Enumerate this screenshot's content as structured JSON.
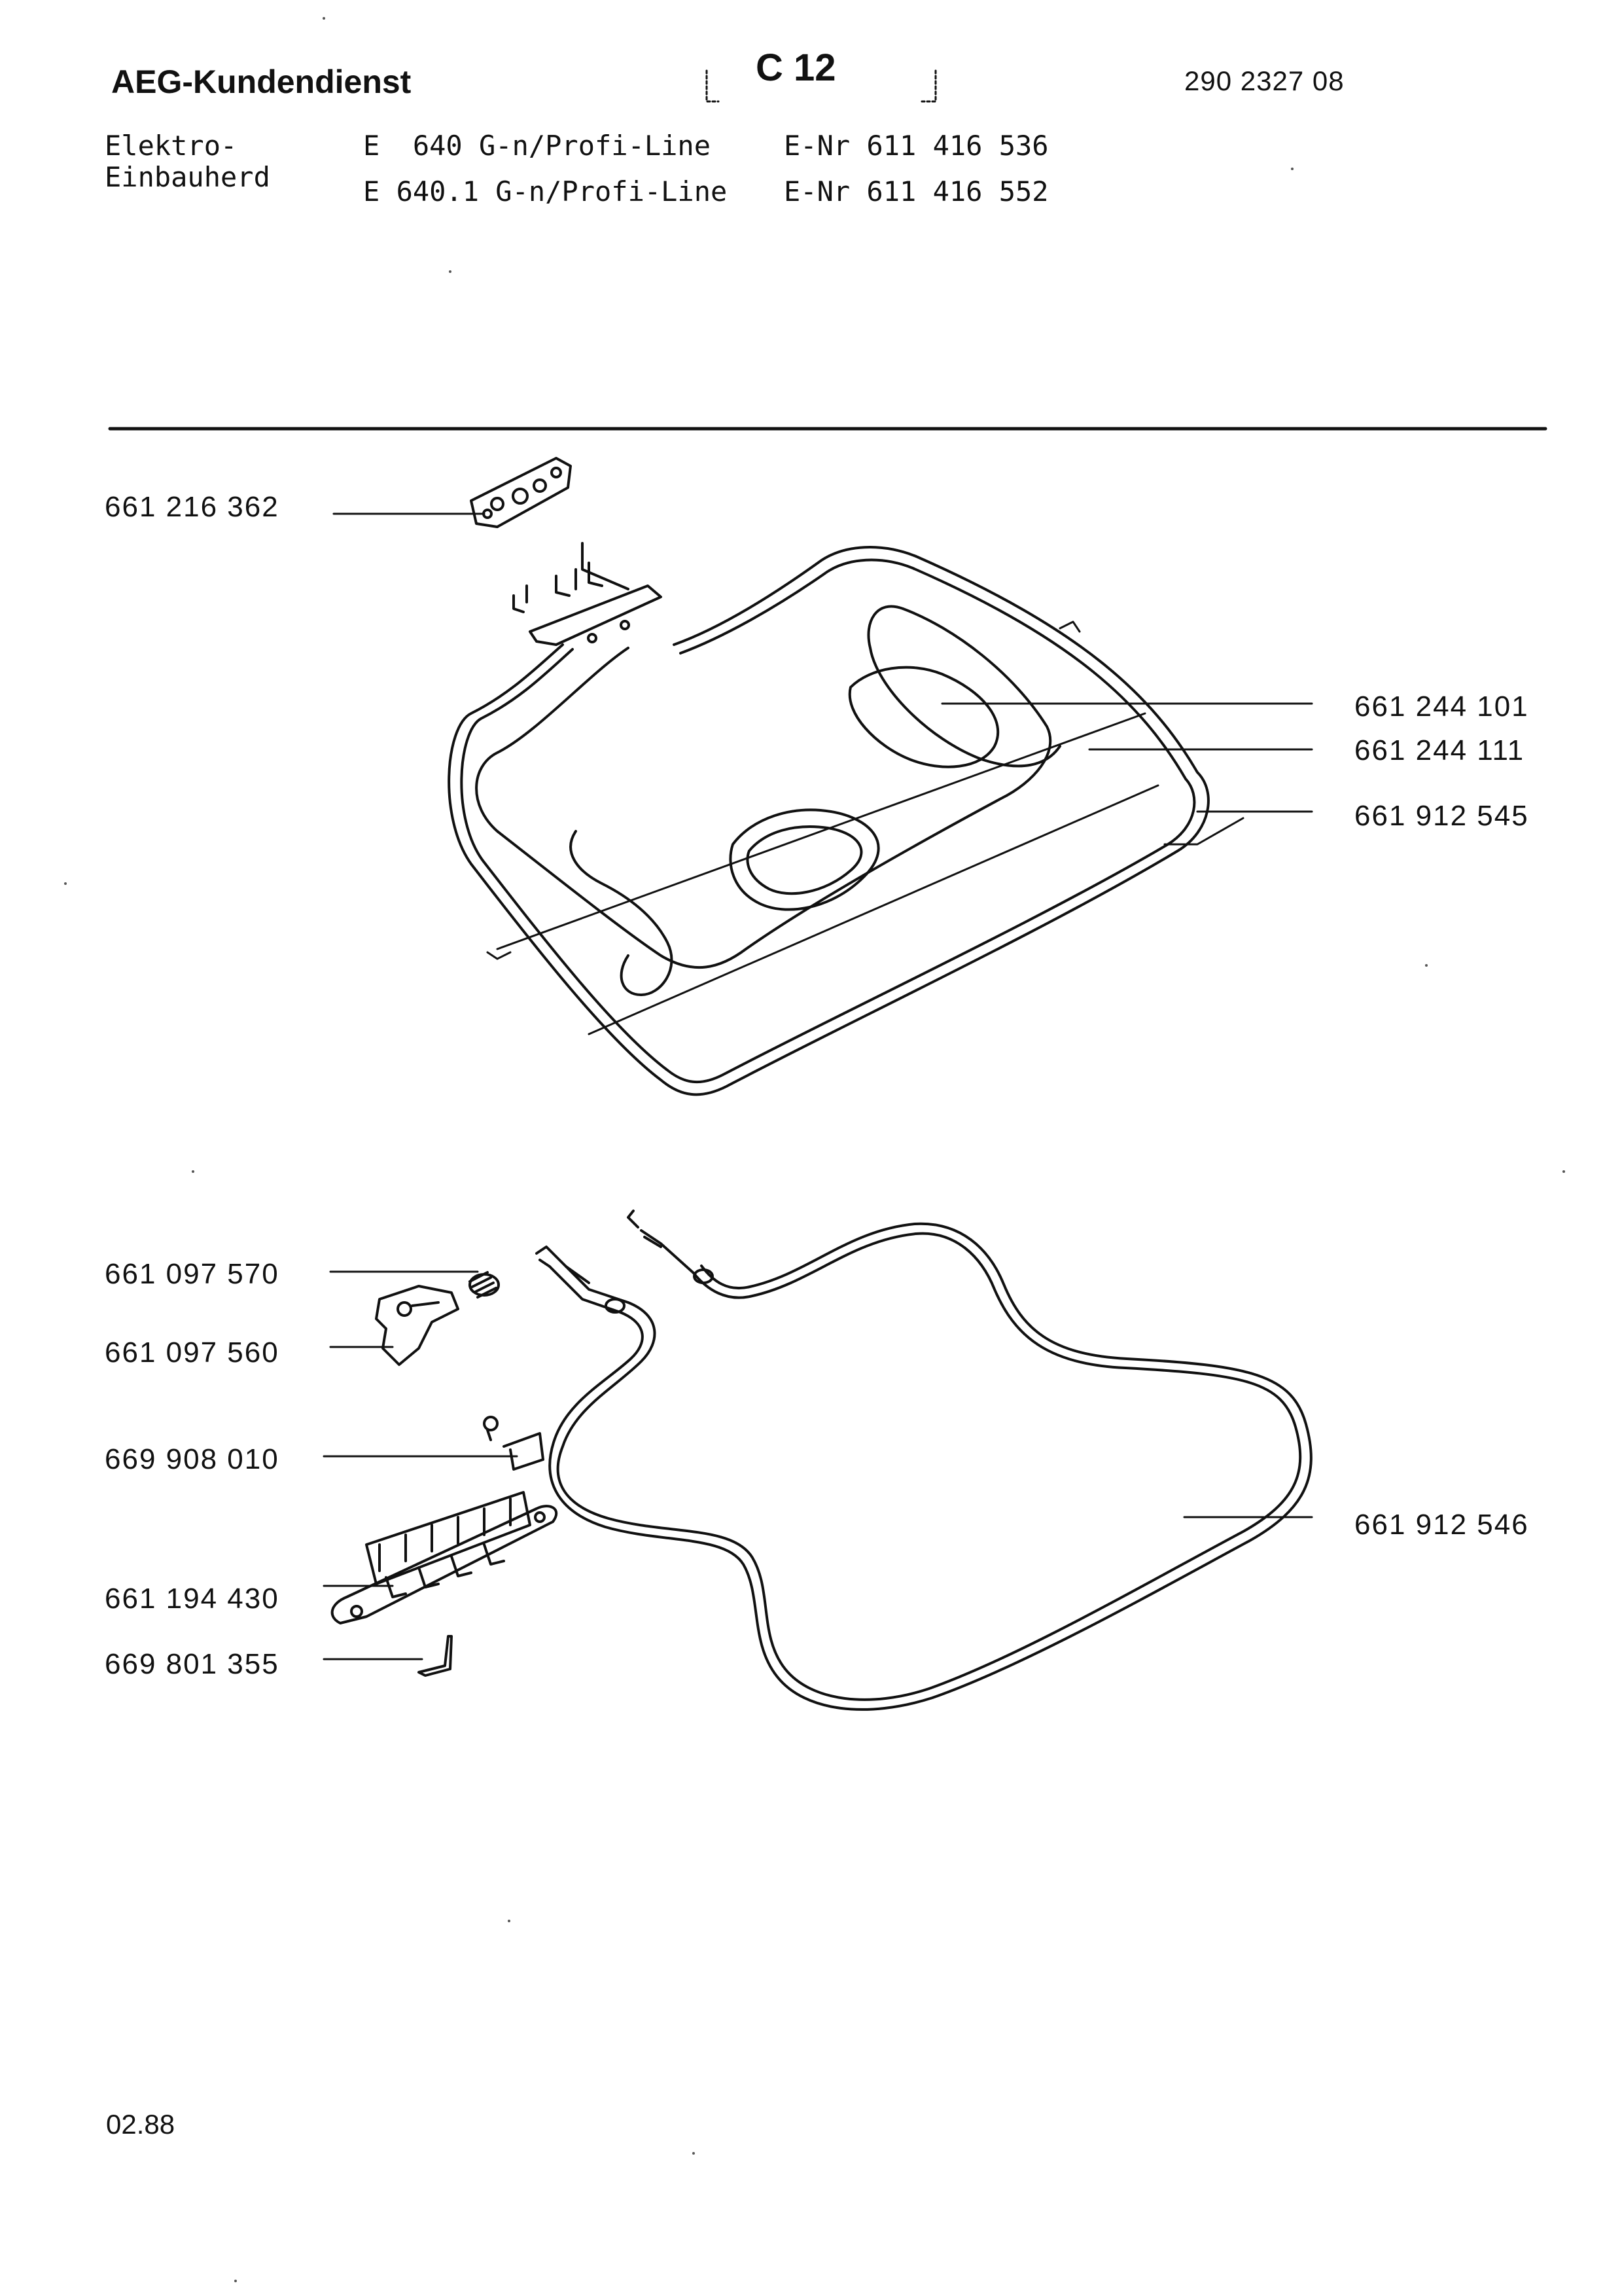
{
  "header": {
    "brand": "AEG-Kundendienst",
    "section": "C 12",
    "document_number": "290 2327 08"
  },
  "appliance": {
    "type_line1": "Elektro-",
    "type_line2": "Einbauherd",
    "models": [
      {
        "model": "E  640 G-n/Profi-Line",
        "enr": "E-Nr 611 416 536"
      },
      {
        "model": "E 640.1 G-n/Profi-Line",
        "enr": "E-Nr 611 416 552"
      }
    ]
  },
  "parts": [
    {
      "number": "661 216 362",
      "part": "terminal-plate"
    },
    {
      "number": "661 244 101",
      "part": "grill-heating-element"
    },
    {
      "number": "661 244 111",
      "part": "grill-heating-element-inner"
    },
    {
      "number": "661 912 545",
      "part": "top-heating-element"
    },
    {
      "number": "661 097 570",
      "part": "spring"
    },
    {
      "number": "661 097 560",
      "part": "holder-bracket"
    },
    {
      "number": "669 908 010",
      "part": "clip-with-screw"
    },
    {
      "number": "661 194 430",
      "part": "terminal-block"
    },
    {
      "number": "669 801 355",
      "part": "clamp"
    },
    {
      "number": "661 912 546",
      "part": "bottom-heating-element"
    }
  ],
  "footer": {
    "date": "02.88"
  },
  "colors": {
    "ink": "#111111",
    "paper": "#ffffff"
  }
}
